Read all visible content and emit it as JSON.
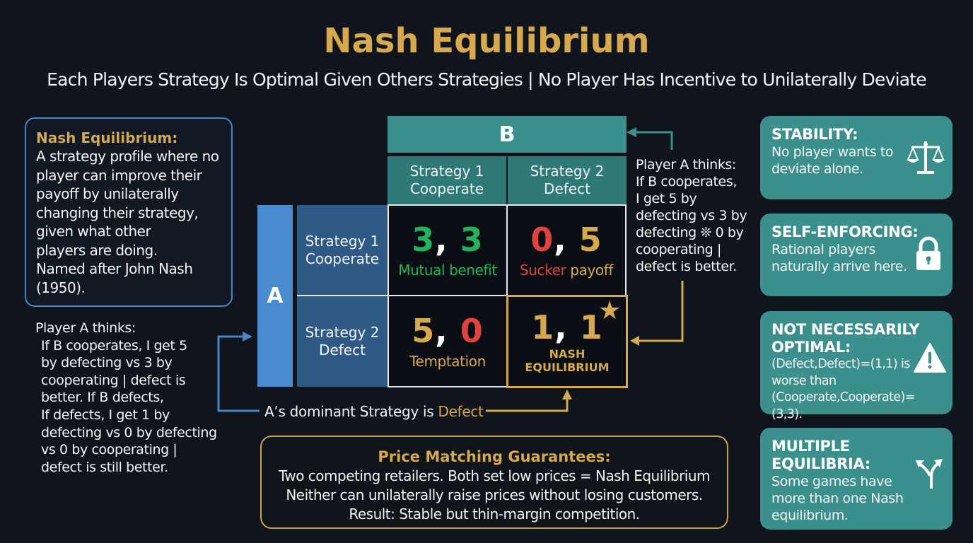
{
  "header": {
    "title": "Nash Equilibrium",
    "subtitle": "Each Players Strategy Is Optimal Given Others Strategies | No Player Has Incentive to Unilaterally Deviate"
  },
  "definition": {
    "title": "Nash Equilibrium:",
    "lines": [
      "A strategy profile where no",
      "player can improve their",
      "payoff by unilaterally",
      "changing their strategy,",
      "given what other",
      "players are doing.",
      "Named after John Nash",
      "(1950)."
    ]
  },
  "left_thinks": {
    "heading": "Player A thinks:",
    "lines": [
      "If B cooperates, I get 5",
      "by defecting vs 3 by",
      "cooperating | defect is",
      "better. If B defects,",
      "If  defects, I get 1 by",
      "defecting vs 0 by defecting",
      "vs 0 by cooperating |",
      "defect is still better."
    ]
  },
  "matrix": {
    "player_b": "B",
    "player_a": "A",
    "columns": [
      {
        "line1": "Strategy 1",
        "line2": "Cooperate"
      },
      {
        "line1": "Strategy 2",
        "line2": "Defect"
      }
    ],
    "rows": [
      {
        "line1": "Strategy 1",
        "line2": "Cooperate"
      },
      {
        "line1": "Strategy 2",
        "line2": "Defect"
      }
    ],
    "cells": [
      [
        {
          "a": "3",
          "b": "3",
          "label": "Mutual benefit"
        },
        {
          "a": "0",
          "b": "5",
          "label_part1": "Sucker",
          "label_part2": " payoff"
        }
      ],
      [
        {
          "a": "5",
          "b": "0",
          "label": "Temptation"
        },
        {
          "a": "1",
          "b": "1",
          "label_line1": "NASH",
          "label_line2": "EQUILIBRIUM",
          "star": "★"
        }
      ]
    ],
    "comma": ","
  },
  "right_thinks": {
    "lines": [
      "Player A thinks:",
      "If B cooperates,",
      "I get 5 by",
      "defecting vs 3 by",
      "defecting ❊ 0 by",
      "cooperating |",
      "defect is better."
    ]
  },
  "dominant": {
    "prefix": "A’s dominant Strategy is ",
    "highlight": "Defect"
  },
  "price_box": {
    "title": "Price Matching Guarantees:",
    "lines": [
      "Two competing retailers. Both set low prices = Nash Equilibrium",
      "Neither can unilaterally raise prices without losing customers.",
      "Result: Stable but thin-margin competition."
    ]
  },
  "cards": [
    {
      "title": "STABILITY:",
      "text": [
        "No player wants to",
        "deviate alone."
      ],
      "icon": "scale-icon"
    },
    {
      "title": "SELF-ENFORCING:",
      "text": [
        "Rational players",
        "naturally arrive here."
      ],
      "icon": "lock-icon"
    },
    {
      "title_lines": [
        "NOT NECESSARILY",
        "OPTIMAL:"
      ],
      "text": [
        "(Defect,Defect)=(1,1) is",
        "worse than",
        "(Cooperate,Cooperate)=(3,3)."
      ],
      "icon": "warning-icon"
    },
    {
      "title_lines": [
        "MULTIPLE",
        "EQUILIBRIA:"
      ],
      "text": [
        "Some games have",
        "more than one Nash",
        "equilibrium."
      ],
      "icon": "fork-arrows-icon"
    }
  ],
  "colors": {
    "background": "#10151d",
    "gold": "#d6a94e",
    "teal": "#3b8f8c",
    "blue": "#4a8ad0",
    "green": "#23b45a",
    "red": "#e0433b"
  }
}
